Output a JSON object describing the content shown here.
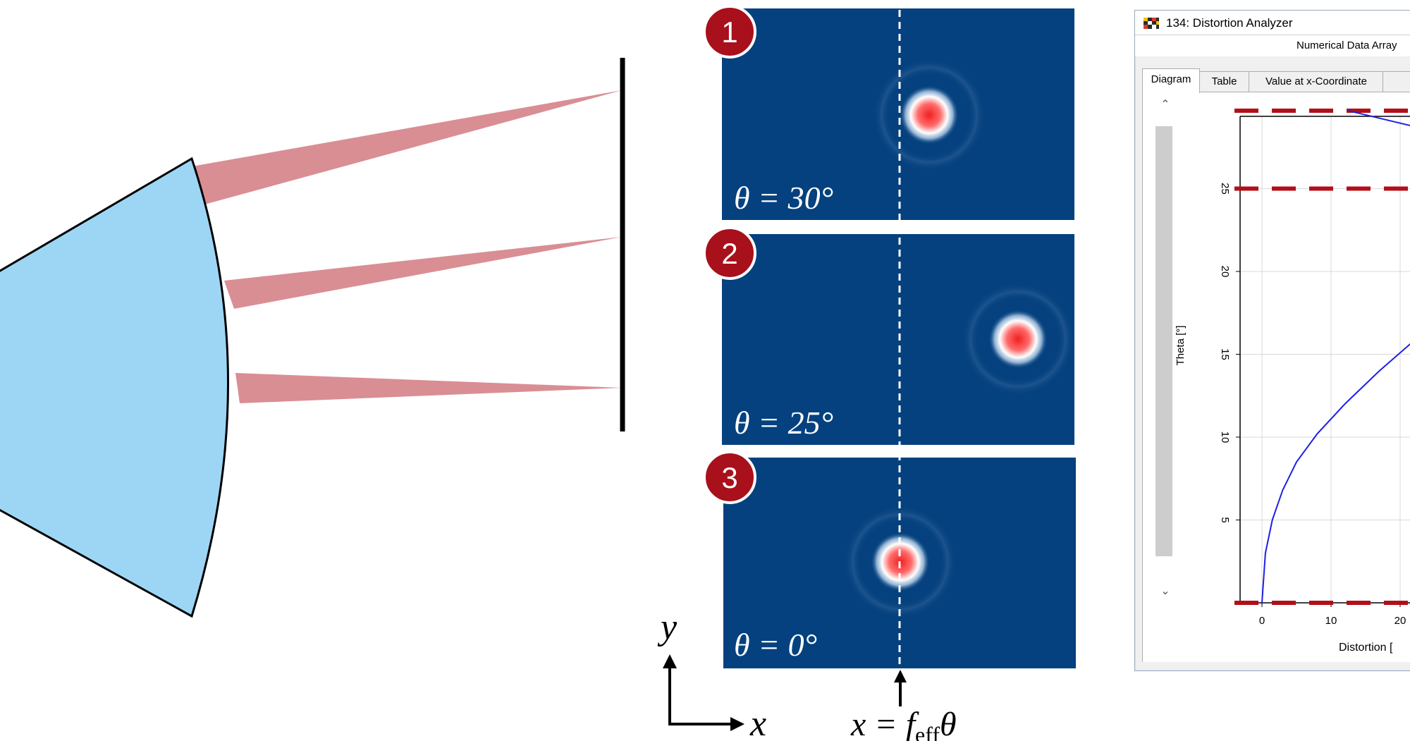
{
  "panels": [
    {
      "badge": "1",
      "angle_label": "θ = 30°"
    },
    {
      "badge": "2",
      "angle_label": "θ = 25°"
    },
    {
      "badge": "3",
      "angle_label": "θ = 0°"
    }
  ],
  "axes": {
    "x_label": "x",
    "y_label": "y"
  },
  "formula": {
    "lhs": "x = f",
    "sub": "eff",
    "rhs": "θ"
  },
  "window": {
    "title": "134: Distortion Analyzer",
    "subheader": "Numerical Data Array",
    "tabs": [
      "Diagram",
      "Table",
      "Value at x-Coordinate"
    ],
    "active_tab": "Diagram"
  },
  "chart_data": {
    "type": "line",
    "xlabel": "Distortion [",
    "ylabel": "Theta [°]",
    "x_ticks": [
      0,
      10,
      20
    ],
    "y_ticks": [
      5,
      10,
      15,
      20,
      25
    ],
    "grid": true,
    "series": [
      {
        "x": [
          0,
          0.5,
          1.5,
          3,
          5,
          8,
          12,
          17,
          22.5
        ],
        "y": [
          0,
          3,
          5,
          6.8,
          8.5,
          10.2,
          12,
          14,
          16
        ]
      }
    ],
    "top_segment": {
      "x": [
        12.5,
        22.5
      ],
      "y": [
        29.7,
        28.7
      ]
    },
    "reference_lines_y": [
      0,
      25,
      29.7
    ],
    "colors": {
      "curve": "#1f1fe6",
      "reference": "#b30f18"
    }
  },
  "colors": {
    "lens": "#9dd6f5",
    "beam": "#d98e94",
    "panel_bg": "#04417e",
    "badge": "#a8101b"
  }
}
